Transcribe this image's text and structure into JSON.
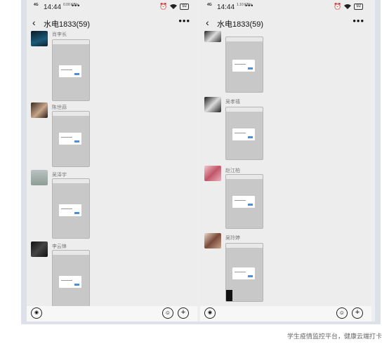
{
  "left": {
    "status": {
      "signal": "4G",
      "time": "14:44",
      "speed": "0.00 KB/s",
      "dots": "•••",
      "battery": "92"
    },
    "chat_title": "水电1833(59)",
    "messages": [
      {
        "sender": "肖李长"
      },
      {
        "sender": "陈世蒜"
      },
      {
        "sender": "吴泽宇"
      },
      {
        "sender": "李云锋"
      }
    ]
  },
  "right": {
    "status": {
      "signal": "4G",
      "time": "14:44",
      "speed": "1.10 KB/s",
      "dots": "•••",
      "battery": "92"
    },
    "chat_title": "水电1833(59)",
    "messages": [
      {
        "sender": ""
      },
      {
        "sender": "吴孝禧"
      },
      {
        "sender": "赵江柏"
      },
      {
        "sender": "吴玲婷"
      }
    ]
  },
  "icons": {
    "back": "‹",
    "more": "•••",
    "voice": "voice-icon",
    "emoji": "emoji-icon",
    "plus": "plus-icon"
  },
  "caption": "学生疫情监控平台，健康云端打卡",
  "colors": {
    "button_blue": "#4a8fd8",
    "chat_bg": "#ededed"
  }
}
